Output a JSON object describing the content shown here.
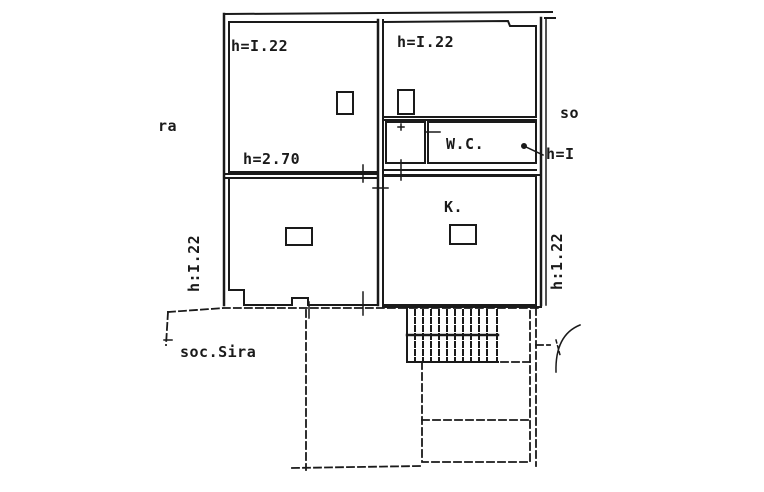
{
  "drawing": {
    "type": "floor-plan",
    "ink_color": "#1a1a1a",
    "background": "#ffffff"
  },
  "labels": {
    "room_top_left_height": "h=I.22",
    "room_top_right_height": "h=I.22",
    "room_main_height": "h=2.70",
    "wc": "W.C.",
    "wc_height": "h=I",
    "kitchen": "K.",
    "left_wall_height": "h:I.22",
    "right_wall_height": "h:1.22",
    "left_neighbor": "ra",
    "right_neighbor": "so",
    "bottom_neighbor": "soc.Sira"
  },
  "rooms": [
    {
      "name": "room-top-left",
      "height_label": "h=I.22"
    },
    {
      "name": "room-top-right",
      "height_label": "h=I.22"
    },
    {
      "name": "wc",
      "label": "W.C."
    },
    {
      "name": "room-bottom-left",
      "height_label": "h=2.70"
    },
    {
      "name": "kitchen",
      "label": "K."
    }
  ],
  "features": [
    "staircase",
    "door-swing-arc",
    "courtyard-dashed-outline"
  ]
}
